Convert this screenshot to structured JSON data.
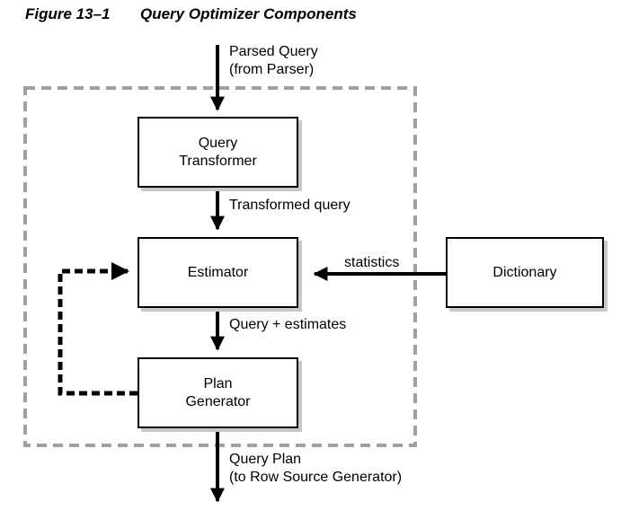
{
  "figure": {
    "number": "Figure 13–1",
    "title": "Query Optimizer Components"
  },
  "nodes": {
    "query_transformer": {
      "line1": "Query",
      "line2": "Transformer"
    },
    "estimator": {
      "line1": "Estimator"
    },
    "plan_generator": {
      "line1": "Plan",
      "line2": "Generator"
    },
    "dictionary": {
      "line1": "Dictionary"
    }
  },
  "edges": {
    "parsed_query": {
      "line1": "Parsed Query",
      "line2": "(from Parser)"
    },
    "transformed_query": {
      "line1": "Transformed query"
    },
    "statistics": {
      "line1": "statistics"
    },
    "query_estimates": {
      "line1": "Query + estimates"
    },
    "query_plan": {
      "line1": "Query Plan",
      "line2": "(to Row Source Generator)"
    }
  },
  "colors": {
    "stroke": "#000000",
    "boundary": "#a0a0a0",
    "shadow": "#c8c8c8"
  }
}
